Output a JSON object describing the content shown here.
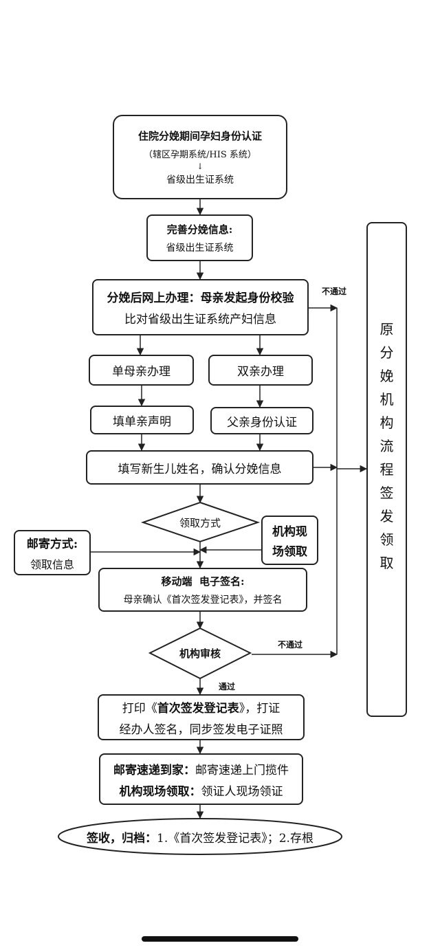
{
  "nodes": {
    "auth": {
      "title": "住院分娩期间孕妇身份认证",
      "line2": "（辖区孕期系统/HIS 系统）",
      "arrow": "↓",
      "line3": "省级出生证系统"
    },
    "perfect": {
      "title": "完善分娩信息:",
      "sub": "省级出生证系统"
    },
    "online": {
      "title": "分娩后网上办理：母亲发起身份校验",
      "sub": "比对省级出生证系统产妇信息"
    },
    "single_mother": "单母亲办理",
    "both_parents": "双亲办理",
    "single_statement": "填单亲声明",
    "father_auth": "父亲身份认证",
    "fill_name": "填写新生儿姓名，确认分娩信息",
    "pickup_method": "领取方式",
    "mail": {
      "title": "邮寄方式:",
      "sub": "领取信息"
    },
    "onsite": {
      "line1": "机构现",
      "line2": "场领取"
    },
    "esign": {
      "title": "移动端  电子签名:",
      "sub": "母亲确认《首次签发登记表》，并签名"
    },
    "review": "机构审核",
    "print": {
      "prefix": "打印《",
      "bold": "首次签发登记表",
      "suffix": "》，打证",
      "line2": "经办人签名，同步签发电子证照"
    },
    "deliver": {
      "mail_label": "邮寄速递到家：",
      "mail_text": "邮寄速递上门揽件",
      "onsite_label": "机构现场领取：",
      "onsite_text": "领证人现场领证"
    },
    "archive": {
      "label": "签收，归档：",
      "text": "1.《首次签发登记表》；2.存根"
    },
    "original": [
      "原",
      "分",
      "娩",
      "机",
      "构",
      "流",
      "程",
      "签",
      "发",
      "领",
      "取"
    ]
  },
  "labels": {
    "fail_top": "不通过",
    "fail_review": "不通过",
    "pass": "通过"
  }
}
